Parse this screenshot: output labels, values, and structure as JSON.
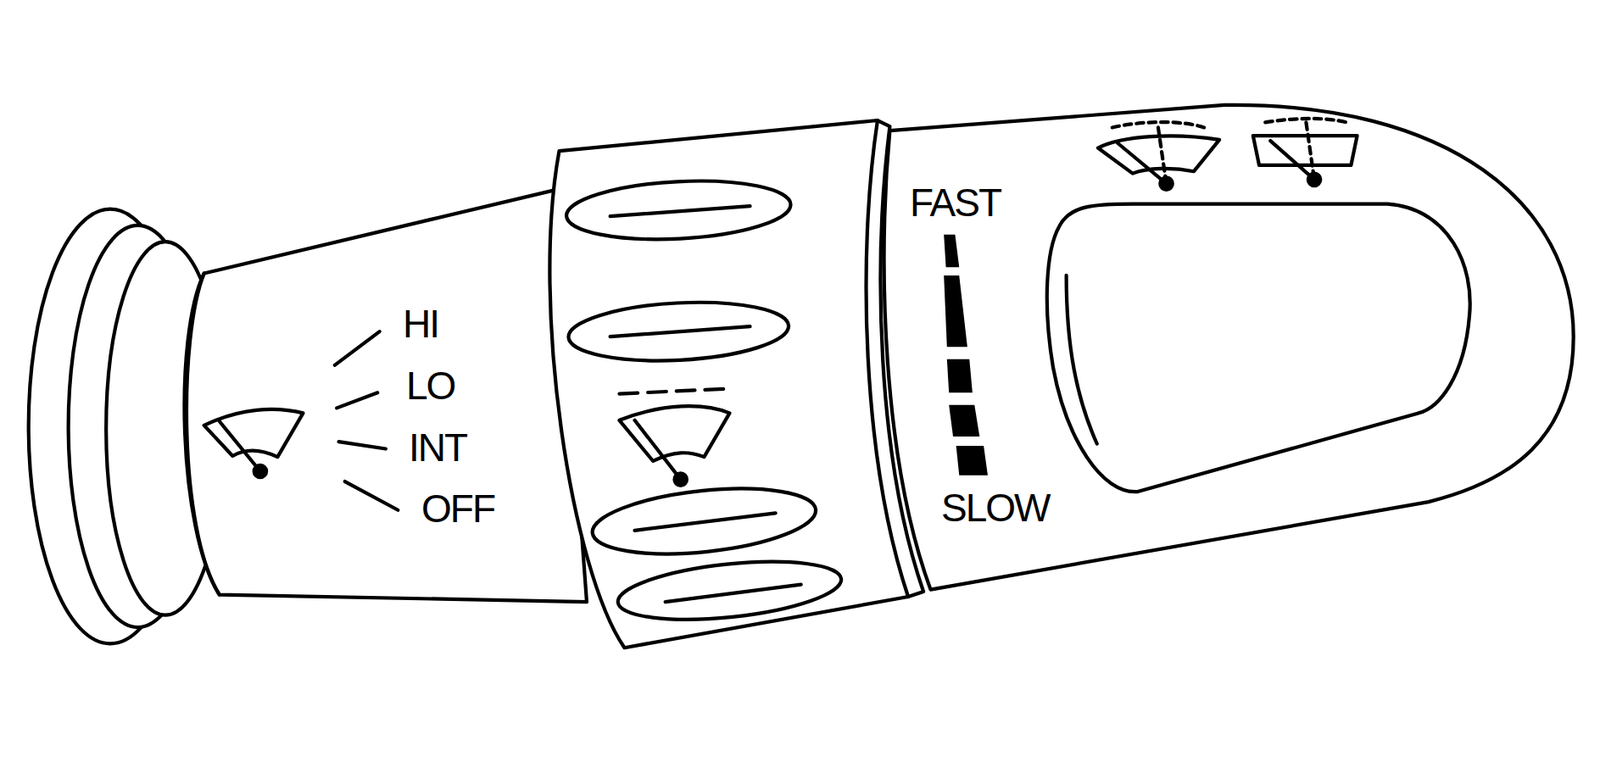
{
  "diagram": {
    "labels": [
      "HI",
      "LO",
      "INT",
      "OFF",
      "FAST",
      "SLOW"
    ]
  }
}
